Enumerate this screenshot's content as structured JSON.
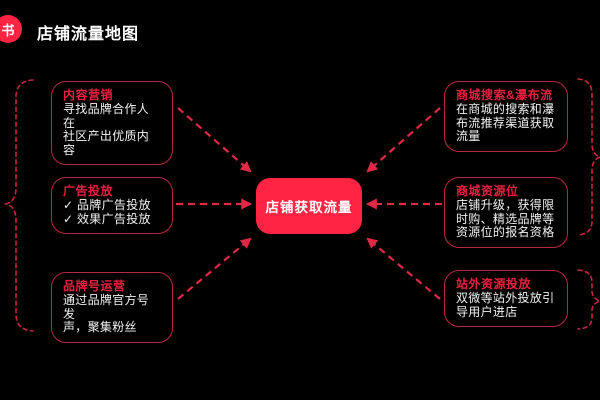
{
  "header": {
    "logo_char": "书",
    "title": "店铺流量地图"
  },
  "center": {
    "label": "店铺获取流量"
  },
  "left_nodes": [
    {
      "title": "内容营销",
      "body": "寻找品牌合作人在\n社区产出优质内容"
    },
    {
      "title": "广告投放",
      "body": "✓ 品牌广告投放\n✓ 效果广告投放"
    },
    {
      "title": "品牌号运营",
      "body": "通过品牌官方号发\n声，聚集粉丝"
    }
  ],
  "right_nodes": [
    {
      "title": "商城搜索&瀑布流",
      "body": "在商城的搜索和瀑\n布流推荐渠道获取\n流量"
    },
    {
      "title": "商城资源位",
      "body": "店铺升级，获得限\n时购、精选品牌等\n资源位的报名资格"
    },
    {
      "title": "站外资源投放",
      "body": "双微等站外投放引\n导用户进店"
    }
  ],
  "colors": {
    "background": "#000000",
    "brand_red": "#ff2442",
    "card_border": "#b8293f",
    "card_title": "#e8203e",
    "arrow_color": "#e02945",
    "brace_color": "#c2273d",
    "body_text": "#f2f2f2"
  }
}
